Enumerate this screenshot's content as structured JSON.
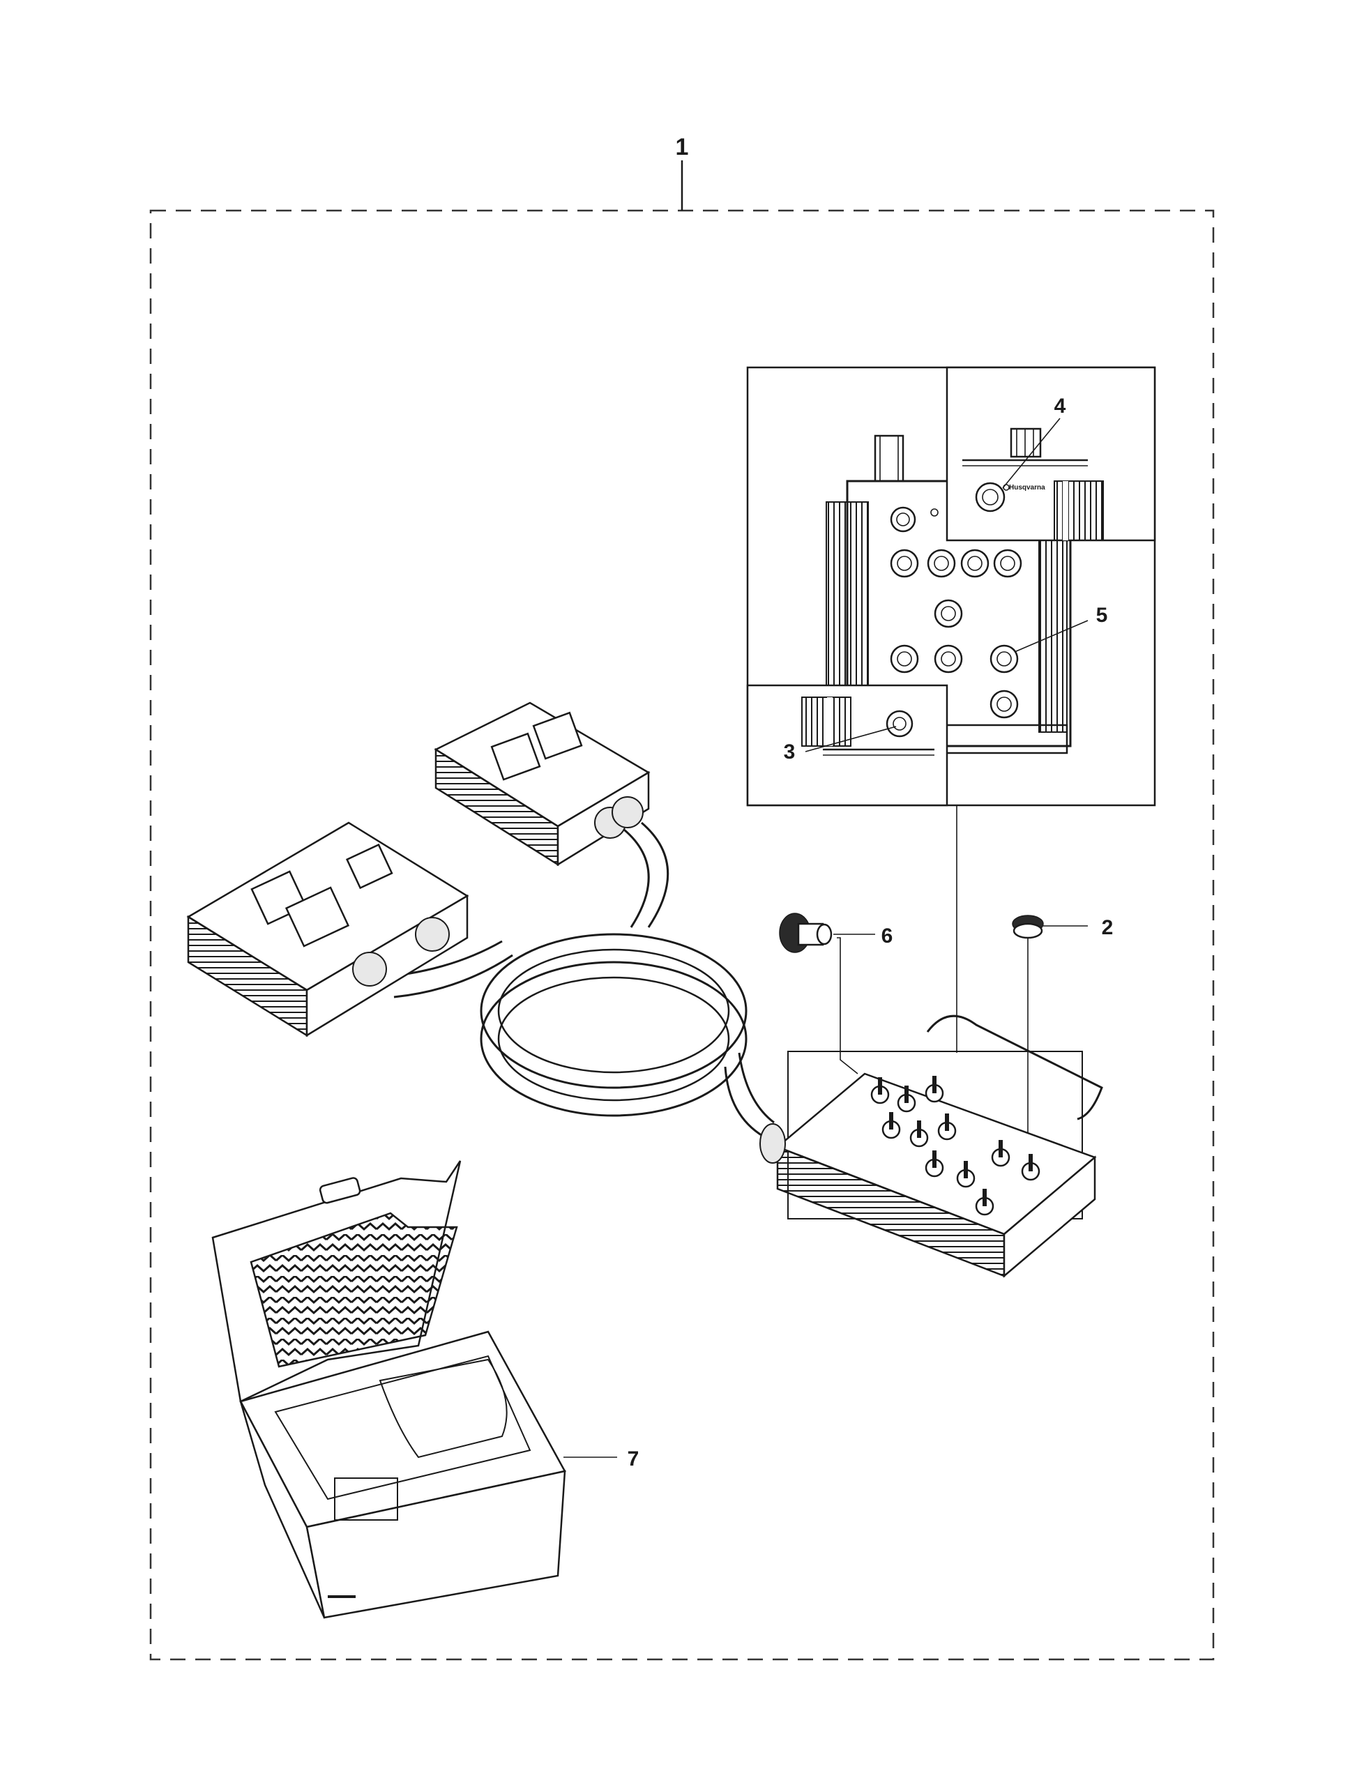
{
  "diagram": {
    "type": "exploded-parts-diagram",
    "callouts": [
      "1",
      "2",
      "3",
      "4",
      "5",
      "6",
      "7"
    ],
    "brand_mark": "Husqvarna",
    "colors": {
      "line": "#1a1a1a",
      "background": "#ffffff"
    }
  }
}
